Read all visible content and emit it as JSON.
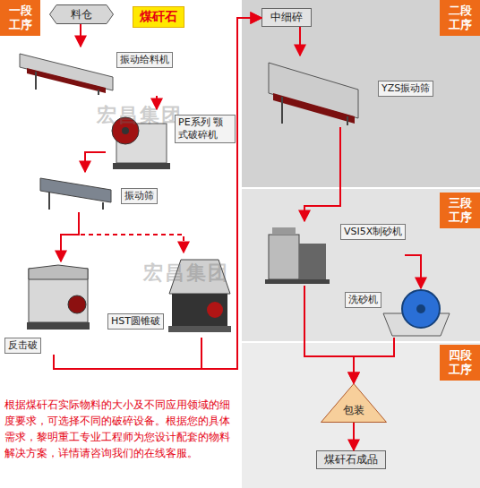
{
  "diagram": {
    "nodes": [
      {
        "text": [
          "一段 工序"
        ]
      },
      {
        "text": [
          "料仓"
        ]
      },
      {
        "text": [
          "煤矸石"
        ]
      },
      {
        "text": [
          "振动给料机"
        ]
      },
      {
        "text": [
          "PE系列 颚式破碎机"
        ]
      },
      {
        "text": [
          "振动筛"
        ]
      },
      {
        "text": [
          "反击破"
        ]
      },
      {
        "text": [
          "HST圆锥破"
        ]
      },
      {
        "text": [
          "中细碎"
        ]
      },
      {
        "text": [
          "二段 工序"
        ]
      },
      {
        "text": [
          "YZS振动筛"
        ]
      },
      {
        "text": [
          "三段 工序"
        ]
      },
      {
        "text": [
          "VSI5X制砂机"
        ]
      },
      {
        "text": [
          "洗砂机"
        ]
      },
      {
        "text": [
          "四段 工序"
        ]
      },
      {
        "text": [
          "包装"
        ]
      },
      {
        "text": [
          "煤矸石成品"
        ]
      }
    ],
    "edges": [
      {
        "from": 1,
        "to": 3,
        "arrow": "to"
      },
      {
        "from": 3,
        "to": 4,
        "arrow": "to"
      },
      {
        "from": 4,
        "to": 5,
        "arrow": "to"
      },
      {
        "from": 5,
        "to": 6,
        "arrow": "to"
      },
      {
        "from": 5,
        "to": 7,
        "arrow": "to"
      },
      {
        "from": 6,
        "to": 8,
        "arrow": "to"
      },
      {
        "from": 7,
        "to": 8,
        "arrow": "to"
      },
      {
        "from": 8,
        "to": 10,
        "arrow": "to"
      },
      {
        "from": 10,
        "to": 12,
        "arrow": "to"
      },
      {
        "from": 12,
        "to": 13,
        "arrow": "to"
      },
      {
        "from": 12,
        "to": 15,
        "arrow": "to"
      },
      {
        "from": 13,
        "to": 15,
        "arrow": "to"
      },
      {
        "from": 15,
        "to": 16,
        "arrow": "to"
      }
    ],
    "labels": [
      "根据煤矸石实际物料的大小及不同应用领域的细度要求，可选择不同的破碎设备。根据您的具体需求，黎明重工专业工程师为您设计配套的物料解决方案，详情请咨询我们的在线客服。",
      "宏昌集团",
      "宏昌集团"
    ]
  }
}
